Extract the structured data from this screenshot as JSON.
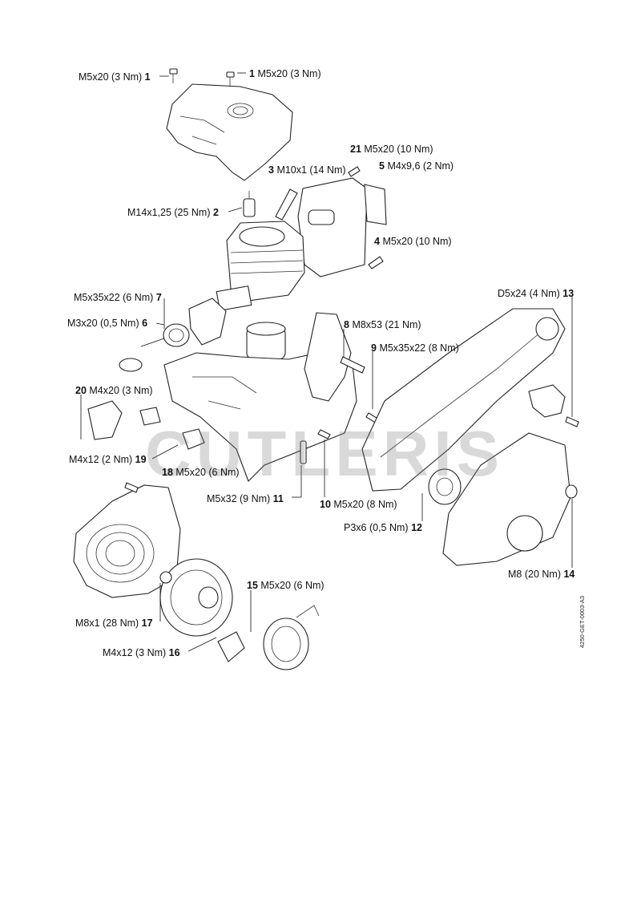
{
  "watermark": "CUTLERIS",
  "doc_id": "4250-GET-0003-A3",
  "labels": [
    {
      "num": "1",
      "spec": "M5x20 (3 Nm)",
      "side": "left"
    },
    {
      "num": "1",
      "spec": "M5x20 (3 Nm)",
      "side": "right"
    },
    {
      "num": "21",
      "spec": "M5x20 (10 Nm)",
      "side": "right"
    },
    {
      "num": "3",
      "spec": "M10x1 (14 Nm)",
      "side": "right"
    },
    {
      "num": "5",
      "spec": "M4x9,6 (2 Nm)",
      "side": "right"
    },
    {
      "num": "2",
      "spec": "M14x1,25 (25 Nm)",
      "side": "left"
    },
    {
      "num": "4",
      "spec": "M5x20 (10 Nm)",
      "side": "right"
    },
    {
      "num": "7",
      "spec": "M5x35x22 (6 Nm)",
      "side": "left"
    },
    {
      "num": "13",
      "spec": "D5x24 (4 Nm)",
      "side": "left"
    },
    {
      "num": "6",
      "spec": "M3x20 (0,5 Nm)",
      "side": "left"
    },
    {
      "num": "8",
      "spec": "M8x53 (21 Nm)",
      "side": "right"
    },
    {
      "num": "9",
      "spec": "M5x35x22 (8 Nm)",
      "side": "right"
    },
    {
      "num": "20",
      "spec": "M4x20 (3 Nm)",
      "side": "right"
    },
    {
      "num": "19",
      "spec": "M4x12 (2 Nm)",
      "side": "left"
    },
    {
      "num": "18",
      "spec": "M5x20 (6 Nm)",
      "side": "right"
    },
    {
      "num": "11",
      "spec": "M5x32 (9 Nm)",
      "side": "left"
    },
    {
      "num": "10",
      "spec": "M5x20 (8 Nm)",
      "side": "right"
    },
    {
      "num": "12",
      "spec": "P3x6 (0,5 Nm)",
      "side": "left"
    },
    {
      "num": "14",
      "spec": "M8 (20 Nm)",
      "side": "left"
    },
    {
      "num": "15",
      "spec": "M5x20 (6 Nm)",
      "side": "right"
    },
    {
      "num": "17",
      "spec": "M8x1 (28 Nm)",
      "side": "left"
    },
    {
      "num": "16",
      "spec": "M4x12 (3 Nm)",
      "side": "left"
    }
  ]
}
